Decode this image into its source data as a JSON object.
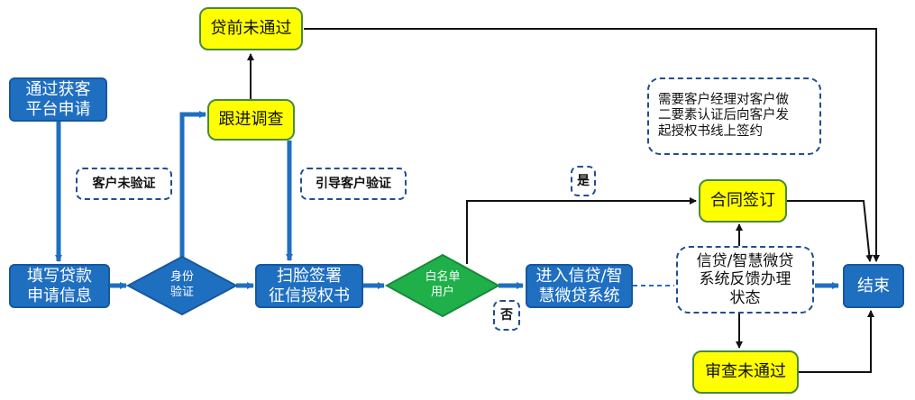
{
  "nodes": {
    "apply_platform": "通过获客\n平台申请",
    "fill_info": "填写贷款\n申请信息",
    "identity_check": "身份\n验证",
    "follow_up": "跟进调查",
    "pre_loan_fail": "贷前未通过",
    "face_sign": "扫脸签署\n征信授权书",
    "whitelist": "白名单\n用户",
    "enter_system": "进入信贷/智\n慧微贷系统",
    "feedback_status": "信贷/智慧微贷\n系统反馈办理\n状态",
    "contract": "合同签订",
    "review_fail": "审查未通过",
    "end": "结束"
  },
  "notes": {
    "customer_unverified": "客户未验证",
    "guide_verify": "引导客户验证",
    "yes": "是",
    "no": "否",
    "manager_note": "需要客户经理对客户做\n二要素认证后向客户发\n起授权书线上签约"
  },
  "colors": {
    "process_blue": "#1f6fc1",
    "highlight_yellow": "#ffff00",
    "decision_green": "#1fb04a",
    "arrow_blue": "#1f6fc1",
    "arrow_black": "#111111"
  }
}
